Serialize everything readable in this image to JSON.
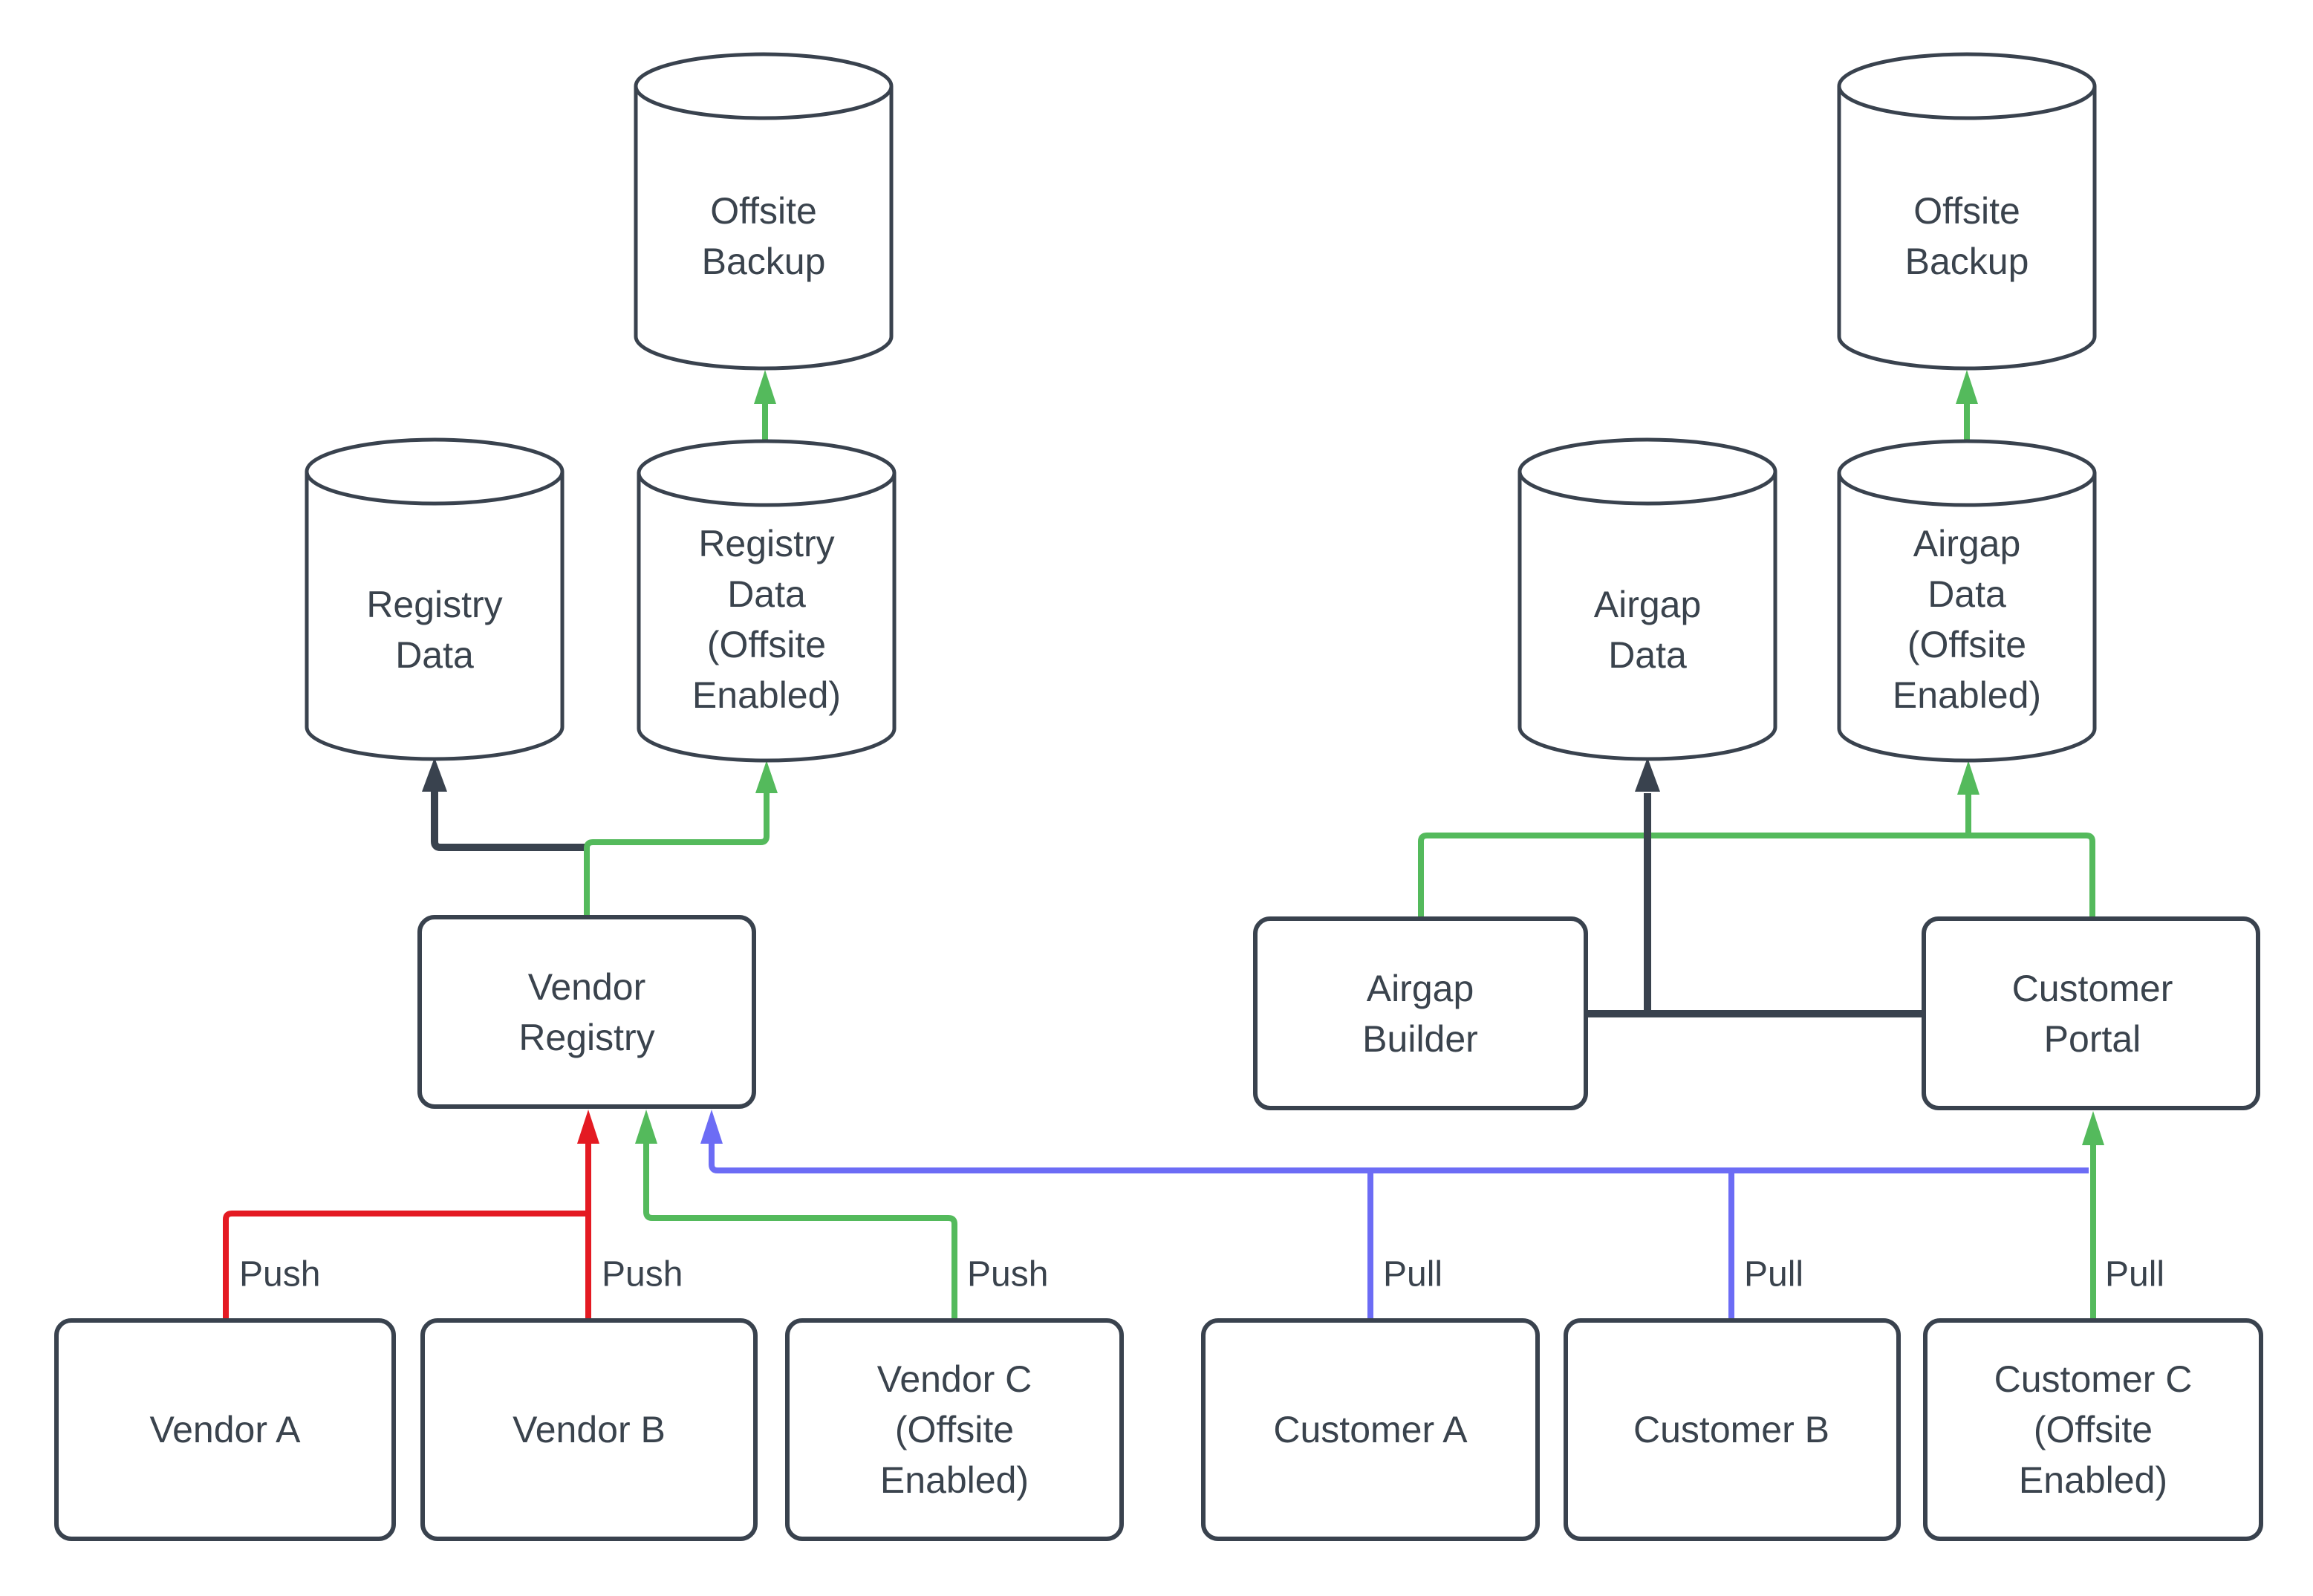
{
  "colors": {
    "stroke": "#39424E",
    "text": "#3A434D",
    "green": "#54BA5C",
    "red": "#E41A22",
    "blue": "#6C6CF5",
    "background": "#FFFFFF"
  },
  "nodes": {
    "offsite_backup_left": {
      "label": "Offsite\nBackup",
      "shape": "cylinder"
    },
    "registry_data": {
      "label": "Registry\nData",
      "shape": "cylinder"
    },
    "registry_data_offsite": {
      "label": "Registry\nData\n(Offsite\nEnabled)",
      "shape": "cylinder"
    },
    "offsite_backup_right": {
      "label": "Offsite\nBackup",
      "shape": "cylinder"
    },
    "airgap_data": {
      "label": "Airgap\nData",
      "shape": "cylinder"
    },
    "airgap_data_offsite": {
      "label": "Airgap\nData\n(Offsite\nEnabled)",
      "shape": "cylinder"
    },
    "vendor_registry": {
      "label": "Vendor\nRegistry",
      "shape": "box"
    },
    "airgap_builder": {
      "label": "Airgap\nBuilder",
      "shape": "box"
    },
    "customer_portal": {
      "label": "Customer\nPortal",
      "shape": "box"
    },
    "vendor_a": {
      "label": "Vendor A",
      "shape": "box"
    },
    "vendor_b": {
      "label": "Vendor B",
      "shape": "box"
    },
    "vendor_c": {
      "label": "Vendor C\n(Offsite\nEnabled)",
      "shape": "box"
    },
    "customer_a": {
      "label": "Customer A",
      "shape": "box"
    },
    "customer_b": {
      "label": "Customer B",
      "shape": "box"
    },
    "customer_c": {
      "label": "Customer C\n(Offsite\nEnabled)",
      "shape": "box"
    }
  },
  "edge_labels": {
    "push_vendor_a": "Push",
    "push_vendor_b": "Push",
    "push_vendor_c": "Push",
    "pull_customer_a": "Pull",
    "pull_customer_b": "Pull",
    "pull_customer_c": "Pull"
  },
  "edges": [
    {
      "from": "Vendor A",
      "to": "Vendor Registry",
      "label": "Push",
      "color": "red"
    },
    {
      "from": "Vendor B",
      "to": "Vendor Registry",
      "label": "Push",
      "color": "red"
    },
    {
      "from": "Vendor C (Offsite Enabled)",
      "to": "Vendor Registry",
      "label": "Push",
      "color": "green"
    },
    {
      "from": "Customer A",
      "to": "Vendor Registry",
      "label": "Pull",
      "color": "blue"
    },
    {
      "from": "Customer B",
      "to": "Vendor Registry",
      "label": "Pull",
      "color": "blue"
    },
    {
      "from": "Customer C (Offsite Enabled)",
      "to": "Customer Portal",
      "label": "Pull",
      "color": "green"
    },
    {
      "from": "Vendor Registry",
      "to": "Registry Data",
      "color": "dark"
    },
    {
      "from": "Vendor Registry",
      "to": "Registry Data (Offsite Enabled)",
      "color": "green"
    },
    {
      "from": "Registry Data (Offsite Enabled)",
      "to": "Offsite Backup",
      "color": "green"
    },
    {
      "from": "Customer Portal",
      "to": "Airgap Data",
      "color": "dark",
      "connects": "Airgap Builder"
    },
    {
      "from": "Customer Portal",
      "to": "Airgap Data (Offsite Enabled)",
      "color": "green",
      "connects": "Airgap Builder"
    },
    {
      "from": "Airgap Data (Offsite Enabled)",
      "to": "Offsite Backup",
      "color": "green"
    }
  ]
}
